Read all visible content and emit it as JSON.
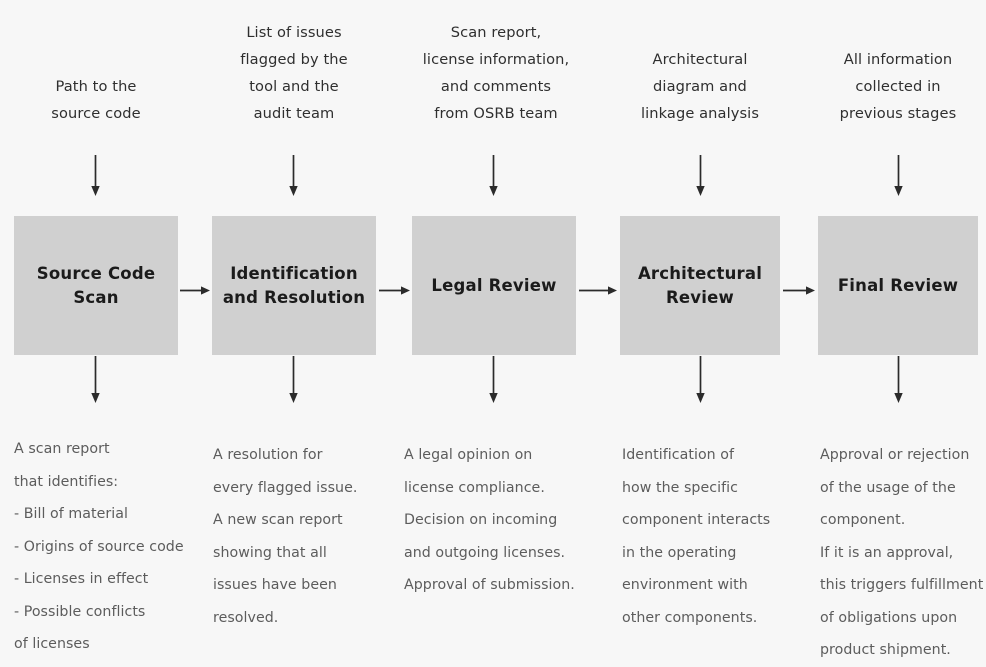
{
  "diagram": {
    "title": "Open Source Review Board component review process",
    "background_color": "#f7f7f7",
    "box_fill_color": "#d0d0d0",
    "box_text_color": "#1b1b1b",
    "caption_text_color": "#2f2f2f",
    "output_text_color": "#5c5c5c",
    "arrow_color": "#2b2b2b"
  },
  "stages": [
    {
      "id": "source-code-scan",
      "input_caption": "Path to the\nsource code",
      "box_label": "Source Code\nScan",
      "outputs": [
        "A scan report\nthat identifies:",
        "- Bill of material\n- Origins of source code\n- Licenses in effect\n- Possible conflicts\n  of licenses"
      ]
    },
    {
      "id": "identification-and-resolution",
      "input_caption": "List of issues\nflagged by the\ntool and the\naudit team",
      "box_label": "Identification\nand Resolution",
      "outputs": [
        "A resolution for\nevery flagged issue.",
        "A new scan report\nshowing that all\nissues have been\nresolved."
      ]
    },
    {
      "id": "legal-review",
      "input_caption": "Scan report,\nlicense information,\nand comments\nfrom OSRB team",
      "box_label": "Legal Review",
      "outputs": [
        "A legal opinion on\nlicense compliance.",
        "Decision on incoming\nand outgoing licenses.\nApproval of submission."
      ]
    },
    {
      "id": "architectural-review",
      "input_caption": "Architectural\ndiagram and\nlinkage analysis",
      "box_label": "Architectural\nReview",
      "outputs": [
        "Identification of\nhow the specific\ncomponent interacts\nin the operating\nenvironment with\nother components."
      ]
    },
    {
      "id": "final-review",
      "input_caption": "All information\ncollected in\nprevious stages",
      "box_label": "Final Review",
      "outputs": [
        "Approval or rejection\nof the usage of the\ncomponent.",
        "If it is an approval,\nthis triggers fulfillment\nof obligations upon\nproduct shipment."
      ]
    }
  ],
  "connectors": {
    "down_into_box": "arrow-down-icon",
    "down_out_of_box": "arrow-down-icon",
    "between_stages": "arrow-right-icon"
  }
}
